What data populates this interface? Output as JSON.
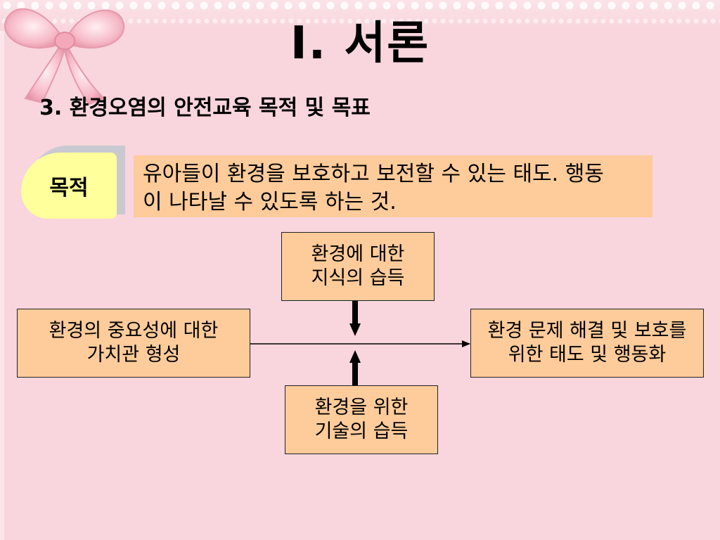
{
  "slide": {
    "title": "Ⅰ. 서론",
    "subtitle": "3. 환경오염의 안전교육 목적 및 목표"
  },
  "purpose": {
    "label": "목적",
    "line1": "유아들이 환경을 보호하고 보전할 수 있는 태도. 행동",
    "line2": "이 나타날 수 있도록  하는 것."
  },
  "boxes": {
    "top": {
      "line1": "환경에 대한",
      "line2": "지식의 습득"
    },
    "left": {
      "line1": "환경의 중요성에 대한",
      "line2": "가치관 형성"
    },
    "right": {
      "line1": "환경 문제 해결 및 보호를",
      "line2": "위한 태도 및 행동화"
    },
    "bottom": {
      "line1": "환경을 위한",
      "line2": "기술의 습득"
    }
  },
  "colors": {
    "background": "#f9d5dd",
    "box_fill": "#fecb9a",
    "badge_fill": "#ffff9c",
    "badge_shadow": "#c9c9d2"
  },
  "icons": {
    "decoration": "pink-bow-icon"
  }
}
